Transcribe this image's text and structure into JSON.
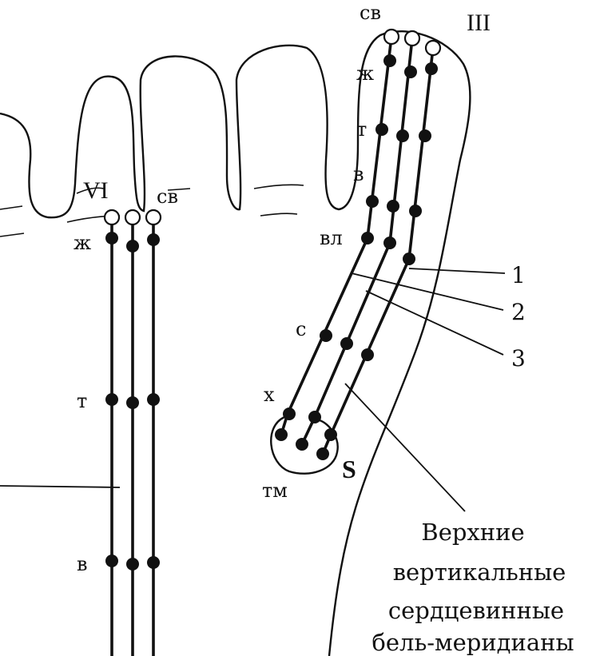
{
  "finger_left": {
    "numeral": "VI",
    "point_labels": {
      "sv": "св",
      "zh": "ж",
      "t": "т",
      "v": "в"
    }
  },
  "finger_right": {
    "numeral": "III",
    "point_labels": {
      "sv": "св",
      "zh": "ж",
      "t": "т",
      "v": "в",
      "vl": "вл",
      "s": "с",
      "kh": "х",
      "tm": "тм"
    },
    "zone_label": "S"
  },
  "meridian_numbers": [
    "1",
    "2",
    "3"
  ],
  "caption": [
    "Верхние",
    "вертикальные",
    "сердцевинные",
    "бель-меридианы"
  ]
}
